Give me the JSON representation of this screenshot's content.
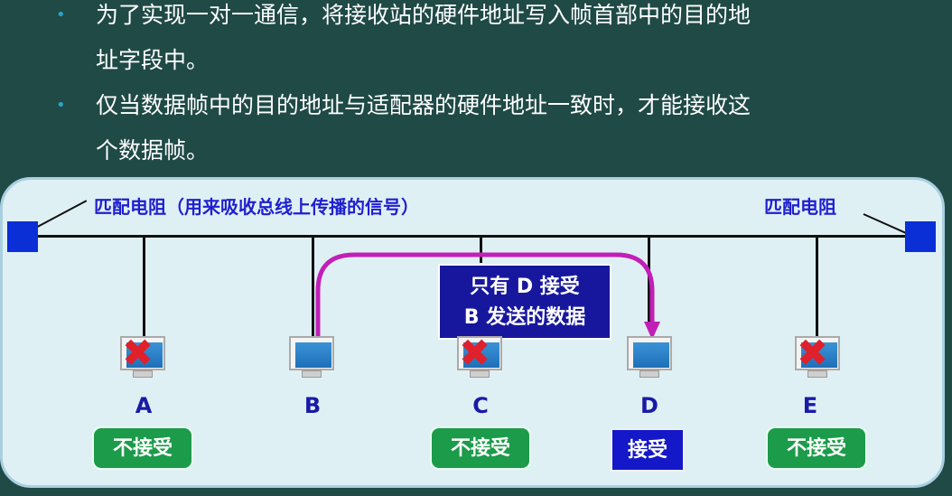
{
  "bullets": [
    {
      "line1": "为了实现一对一通信，将接收站的硬件地址写入帧首部中的目的地",
      "line2": "址字段中。"
    },
    {
      "line1": "仅当数据帧中的目的地址与适配器的硬件地址一致时，才能接收这",
      "line2": "个数据帧。"
    }
  ],
  "diagram": {
    "left_label": "匹配电阻（用来吸收总线上传播的信号）",
    "right_label": "匹配电阻",
    "message_line1": "只有 D 接受",
    "message_line2": "B 发送的数据",
    "stations": [
      {
        "name": "A",
        "status": "不接受",
        "blocked": true
      },
      {
        "name": "B",
        "status": "",
        "blocked": false
      },
      {
        "name": "C",
        "status": "不接受",
        "blocked": true
      },
      {
        "name": "D",
        "status": "接受",
        "blocked": false
      },
      {
        "name": "E",
        "status": "不接受",
        "blocked": true
      }
    ],
    "colors": {
      "bus": "#111111",
      "terminator": "#0b2fd6",
      "arrow": "#c21fb8",
      "reject": "#1c9b4a",
      "accept": "#1418c8"
    }
  }
}
